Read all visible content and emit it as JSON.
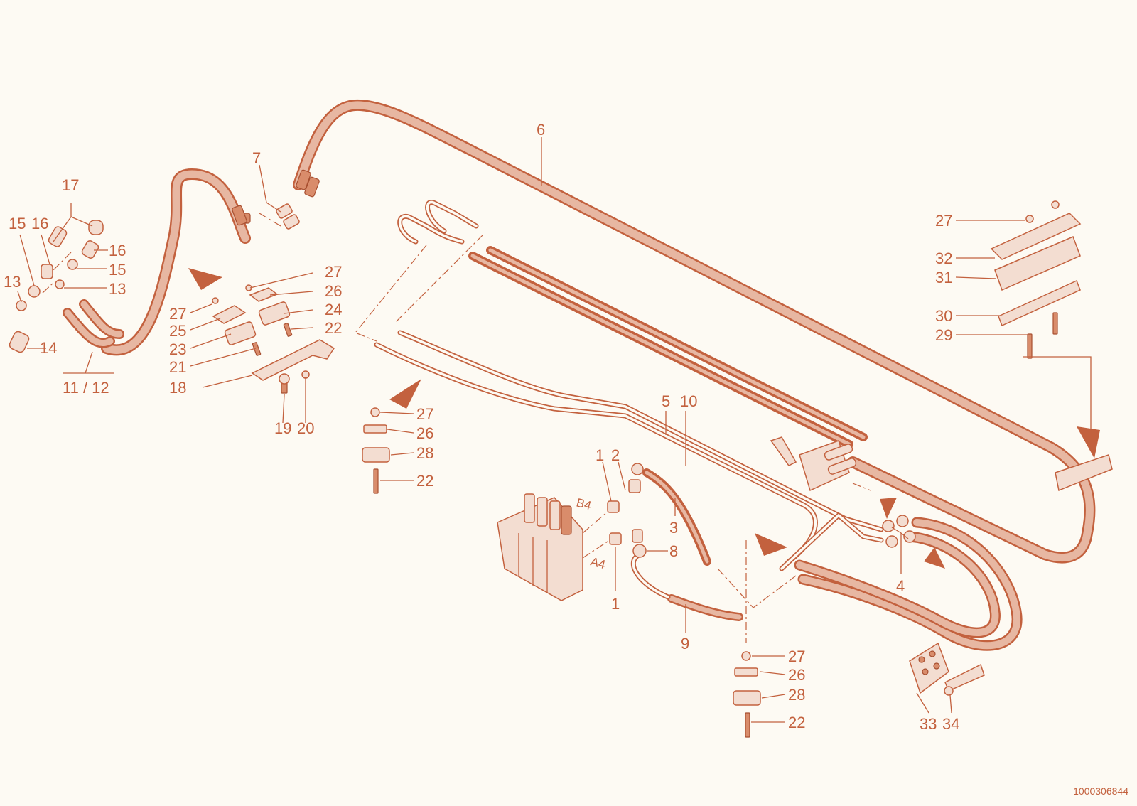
{
  "diagram": {
    "document_id": "1000306844",
    "port_labels": [
      "B4",
      "A4"
    ],
    "callouts": [
      {
        "id": "c6",
        "text": "6"
      },
      {
        "id": "c7",
        "text": "7"
      },
      {
        "id": "c17",
        "text": "17"
      },
      {
        "id": "c15a",
        "text": "15"
      },
      {
        "id": "c16a",
        "text": "16"
      },
      {
        "id": "c16b",
        "text": "16"
      },
      {
        "id": "c15b",
        "text": "15"
      },
      {
        "id": "c13a",
        "text": "13"
      },
      {
        "id": "c13b",
        "text": "13"
      },
      {
        "id": "c14",
        "text": "14"
      },
      {
        "id": "c1112",
        "text": "11 / 12"
      },
      {
        "id": "c27a",
        "text": "27"
      },
      {
        "id": "c26a",
        "text": "26"
      },
      {
        "id": "c27b",
        "text": "27"
      },
      {
        "id": "c24",
        "text": "24"
      },
      {
        "id": "c25",
        "text": "25"
      },
      {
        "id": "c22a",
        "text": "22"
      },
      {
        "id": "c23",
        "text": "23"
      },
      {
        "id": "c21",
        "text": "21"
      },
      {
        "id": "c18",
        "text": "18"
      },
      {
        "id": "c19",
        "text": "19"
      },
      {
        "id": "c20",
        "text": "20"
      },
      {
        "id": "c27c",
        "text": "27"
      },
      {
        "id": "c26b",
        "text": "26"
      },
      {
        "id": "c28a",
        "text": "28"
      },
      {
        "id": "c22b",
        "text": "22"
      },
      {
        "id": "c5",
        "text": "5"
      },
      {
        "id": "c10",
        "text": "10"
      },
      {
        "id": "c1a",
        "text": "1"
      },
      {
        "id": "c2",
        "text": "2"
      },
      {
        "id": "c3",
        "text": "3"
      },
      {
        "id": "c8",
        "text": "8"
      },
      {
        "id": "c1b",
        "text": "1"
      },
      {
        "id": "c9",
        "text": "9"
      },
      {
        "id": "c4",
        "text": "4"
      },
      {
        "id": "c27d",
        "text": "27"
      },
      {
        "id": "c26c",
        "text": "26"
      },
      {
        "id": "c28b",
        "text": "28"
      },
      {
        "id": "c22c",
        "text": "22"
      },
      {
        "id": "c33",
        "text": "33"
      },
      {
        "id": "c34",
        "text": "34"
      },
      {
        "id": "c27e",
        "text": "27"
      },
      {
        "id": "c32",
        "text": "32"
      },
      {
        "id": "c31",
        "text": "31"
      },
      {
        "id": "c30",
        "text": "30"
      },
      {
        "id": "c29",
        "text": "29"
      }
    ]
  }
}
